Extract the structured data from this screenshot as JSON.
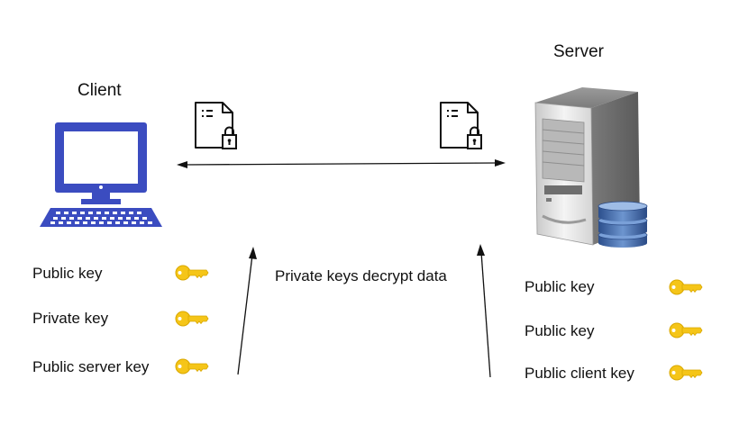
{
  "client": {
    "title": "Client",
    "keys": [
      "Public key",
      "Private key",
      "Public server key"
    ]
  },
  "server": {
    "title": "Server",
    "keys": [
      "Public key",
      "Public key",
      "Public client key"
    ]
  },
  "center_caption": "Private keys decrypt data",
  "colors": {
    "computer": "#3b4cc0",
    "key": "#f5c518",
    "line": "#111111"
  },
  "icons": {
    "client_device": "desktop-computer-icon",
    "server_device": "server-tower-icon",
    "database": "database-icon",
    "document": "locked-document-icon",
    "key": "key-icon"
  }
}
